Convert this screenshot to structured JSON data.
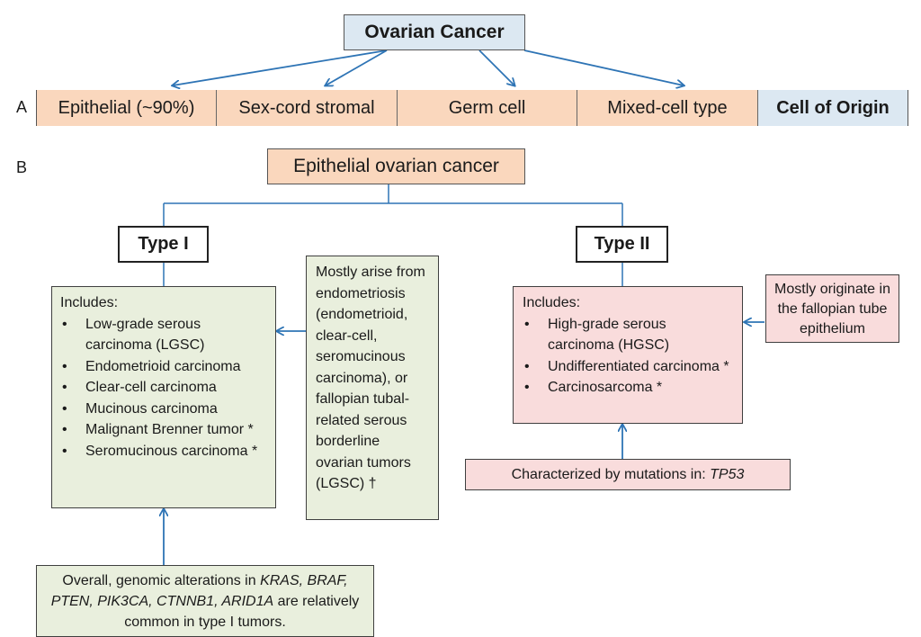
{
  "panel_a": {
    "letter": "A",
    "root": "Ovarian Cancer",
    "categories": [
      "Epithelial (~90%)",
      "Sex-cord stromal",
      "Germ cell",
      "Mixed-cell type"
    ],
    "cell_of_origin_label": "Cell of Origin"
  },
  "panel_b": {
    "letter": "B",
    "root": "Epithelial ovarian cancer",
    "type1": {
      "label": "Type I",
      "includes_label": "Includes:",
      "items": [
        "Low-grade serous carcinoma (LGSC)",
        "Endometrioid carcinoma",
        "Clear-cell carcinoma",
        "Mucinous carcinoma",
        "Malignant Brenner tumor *",
        "Seromucinous carcinoma *"
      ],
      "origin_note": "Mostly arise from endometriosis (endometrioid, clear-cell, seromucinous carcinoma), or fallopian tubal-related serous borderline ovarian tumors (LGSC) †",
      "genomics": {
        "prefix": "Overall, genomic alterations in ",
        "genes": "KRAS, BRAF, PTEN, PIK3CA, CTNNB1, ARID1A",
        "suffix": " are relatively common in type I tumors."
      }
    },
    "type2": {
      "label": "Type II",
      "includes_label": "Includes:",
      "items": [
        "High-grade serous carcinoma (HGSC)",
        "Undifferentiated carcinoma *",
        "Carcinosarcoma *"
      ],
      "origin_note": "Mostly originate in the fallopian tube epithelium",
      "mutation_prefix": "Characterized by mutations in: ",
      "mutation_gene": "TP53"
    }
  },
  "colors": {
    "peach": "#fad7bd",
    "light_blue": "#dce8f2",
    "green": "#e9efdd",
    "pink": "#f9dcdc",
    "arrow": "#2e74b5"
  }
}
